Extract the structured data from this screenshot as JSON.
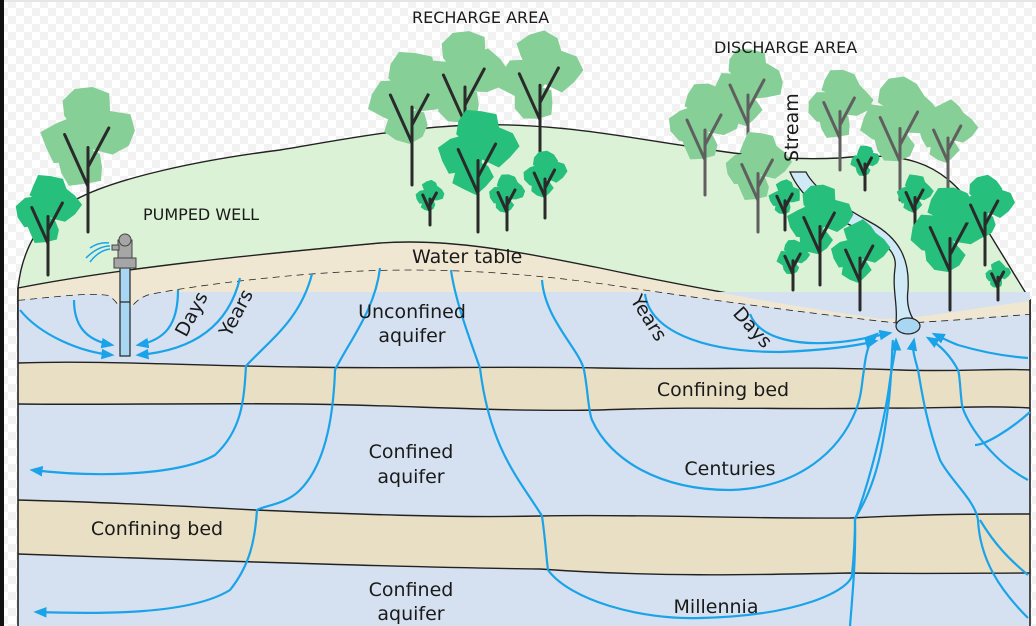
{
  "title_labels": {
    "recharge_area": "RECHARGE AREA",
    "discharge_area": "DISCHARGE AREA",
    "pumped_well": "PUMPED WELL",
    "stream": "Stream",
    "water_table": "Water table"
  },
  "layers": {
    "unconfined_aquifer": [
      "Unconfined",
      "aquifer"
    ],
    "confining_bed_upper": "Confining bed",
    "confined_aquifer_upper": [
      "Confined",
      "aquifer"
    ],
    "confining_bed_lower": "Confining bed",
    "confined_aquifer_lower": [
      "Confined",
      "aquifer"
    ]
  },
  "flow_time_labels": {
    "well_days": "Days",
    "well_years": "Years",
    "stream_years": "Years",
    "stream_days": "Days",
    "centuries": "Centuries",
    "millennia": "Millennia"
  },
  "colors": {
    "land_surface": "#dcf2d6",
    "unsaturated_zone": "#f0e7d2",
    "aquifer": "#d5e1f0",
    "confining_bed": "#e8dfc5",
    "flow_line": "#1aa3e8",
    "stream_water": "#cfe9f7",
    "tree_light": "#86cf96",
    "tree_dark": "#26bf7b",
    "well_pump": "#a6a6a6"
  }
}
